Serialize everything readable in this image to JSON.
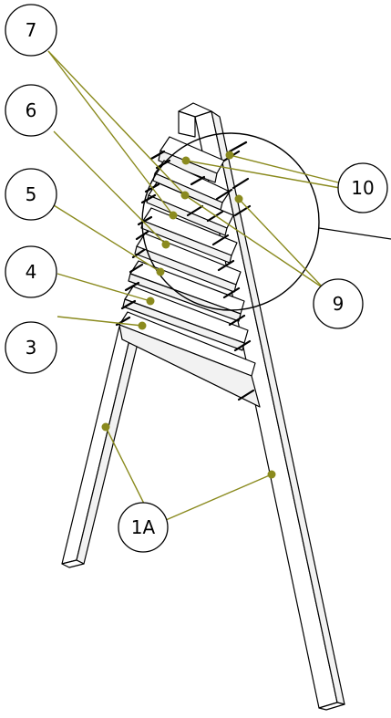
{
  "callouts": [
    {
      "id": "7",
      "label": "7"
    },
    {
      "id": "6",
      "label": "6"
    },
    {
      "id": "5",
      "label": "5"
    },
    {
      "id": "4",
      "label": "4"
    },
    {
      "id": "3",
      "label": "3"
    },
    {
      "id": "10",
      "label": "10"
    },
    {
      "id": "9",
      "label": "9"
    },
    {
      "id": "1A",
      "label": "1A"
    }
  ],
  "colors": {
    "leader": "#8a8a1e",
    "line": "#000000",
    "background": "#ffffff"
  }
}
